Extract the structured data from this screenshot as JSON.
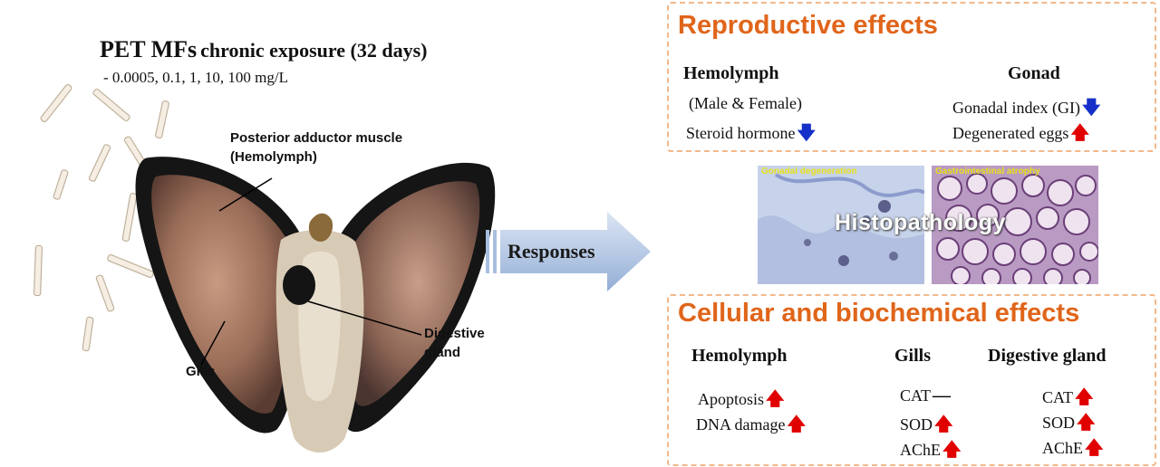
{
  "left": {
    "title_main": "PET MFs",
    "title_rest": "chronic exposure (32 days)",
    "concentrations": "- 0.0005, 0.1, 1, 10, 100 mg/L",
    "labels": {
      "muscle_line1": "Posterior adductor muscle",
      "muscle_line2": "(Hemolymph)",
      "gills": "Gills",
      "digestive_line1": "Digestive",
      "digestive_line2": "gland"
    }
  },
  "arrow": {
    "label": "Responses"
  },
  "reproductive": {
    "title": "Reproductive effects",
    "hemolymph": {
      "header": "Hemolymph",
      "line1": "(Male & Female)",
      "line2": "Steroid hormone",
      "line2_trend": "down"
    },
    "gonad": {
      "header": "Gonad",
      "line1": "Gonadal index (GI)",
      "line1_trend": "down",
      "line2": "Degenerated  eggs",
      "line2_trend": "up"
    }
  },
  "histopathology": {
    "title": "Histopathology",
    "left_caption": "Gonadal degeneration",
    "right_caption": "Gastrointestinal atrophy"
  },
  "cellular": {
    "title": "Cellular and biochemical effects",
    "hemolymph": {
      "header": "Hemolymph",
      "items": [
        {
          "label": "Apoptosis",
          "trend": "up"
        },
        {
          "label": "DNA damage",
          "trend": "up"
        }
      ]
    },
    "gills": {
      "header": "Gills",
      "items": [
        {
          "label": "CAT",
          "trend": "none"
        },
        {
          "label": "SOD",
          "trend": "up"
        },
        {
          "label": "AChE",
          "trend": "up"
        }
      ]
    },
    "digestive": {
      "header": "Digestive gland",
      "items": [
        {
          "label": "CAT",
          "trend": "up"
        },
        {
          "label": "SOD",
          "trend": "up"
        },
        {
          "label": "AChE",
          "trend": "up"
        }
      ]
    }
  },
  "colors": {
    "section_title": "#e0651a",
    "box_border": "#f2b88a",
    "up_arrow": "#e00000",
    "down_arrow": "#1530c8",
    "big_arrow": "#a9bedf"
  }
}
